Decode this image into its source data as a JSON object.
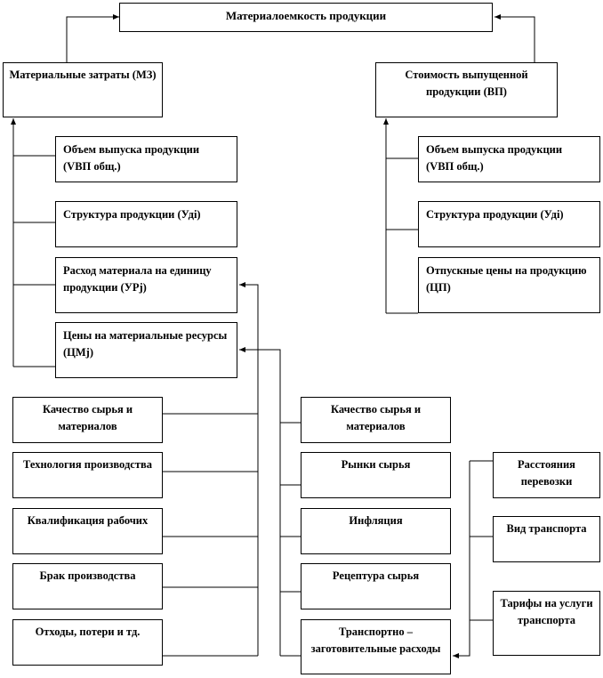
{
  "title": "Материалоемкость продукции",
  "mz": "Материальные затраты (МЗ)",
  "vp": "Стоимость выпущенной продукции (ВП)",
  "left_factors": [
    "Объем выпуска продукции (VВП общ.)",
    "Структура продукции (Удi)",
    "Расход материала на единицу продукции (УРj)",
    "Цены на материальные ресурсы (ЦМj)"
  ],
  "right_factors": [
    "Объем выпуска продукции (VВП общ.)",
    "Структура продукции (Удi)",
    "Отпускные цены на продукцию (ЦП)"
  ],
  "usage_factors": [
    "Качество сырья и материалов",
    "Технология производства",
    "Квалификация рабочих",
    "Брак производства",
    "Отходы, потери и тд."
  ],
  "price_factors": [
    "Качество сырья и материалов",
    "Рынки сырья",
    "Инфляция",
    "Рецептура сырья",
    "Транспортно – заготовительные расходы"
  ],
  "transport_factors": [
    "Расстояния перевозки",
    "Вид транспорта",
    "Тарифы на услуги транспорта"
  ]
}
